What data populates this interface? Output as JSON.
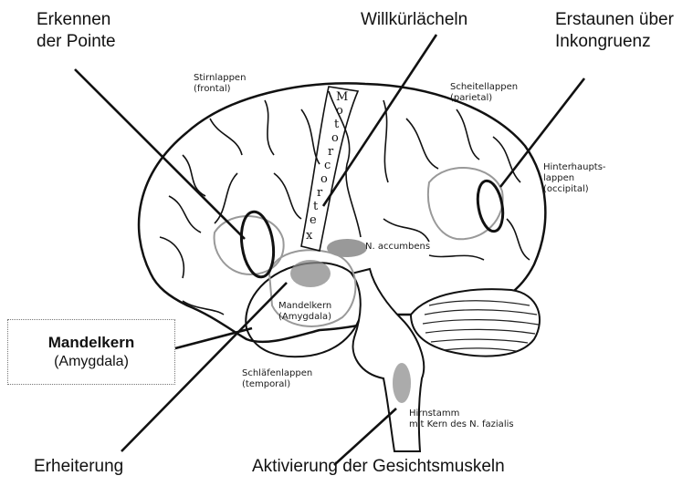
{
  "labels": {
    "erkennen": "Erkennen\nder Pointe",
    "willkuer": "Willkürlächeln",
    "erstaunen": "Erstaunen über\nInkongruenz",
    "erheiterung": "Erheiterung",
    "aktivierung": "Aktivierung der Gesichtsmuskeln"
  },
  "regions": {
    "stirnlappen": "Stirnlappen\n(frontal)",
    "scheitellappen": "Scheitellappen\n(parietal)",
    "hinterhaupt": "Hinterhaupts-\nlappen\n(occipital)",
    "accumbens": "N. accumbens",
    "mandelkern_inner": "Mandelkern\n(Amygdala)",
    "schlaefen": "Schläfenlappen\n(temporal)",
    "hirnstamm": "Hirnstamm\nmit Kern des N. fazialis",
    "motorcortex": [
      "M",
      "o",
      "t",
      "o",
      "r",
      "c",
      "o",
      "r",
      "t",
      "e",
      "x"
    ]
  },
  "callout": {
    "title": "Mandelkern",
    "subtitle": "(Amygdala)"
  }
}
